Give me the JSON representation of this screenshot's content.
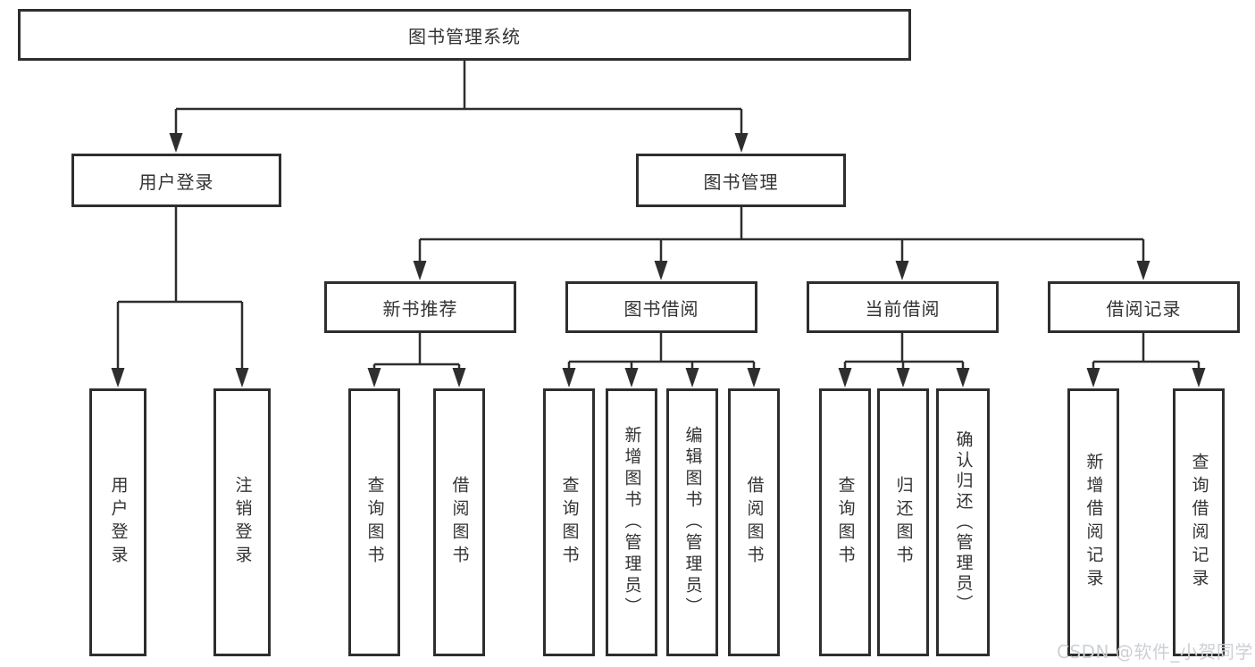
{
  "diagram_title": "图书管理系统",
  "nodes": {
    "root": "图书管理系统",
    "user_login": "用户登录",
    "book_management": "图书管理",
    "new_book_recommend": "新书推荐",
    "book_borrow": "图书借阅",
    "current_borrow": "当前借阅",
    "borrow_records": "借阅记录",
    "leaf_user_login": "用户登录",
    "leaf_logout": "注销登录",
    "leaf_query_book_1": "查询图书",
    "leaf_borrow_book_1": "借阅图书",
    "leaf_query_book_2": "查询图书",
    "leaf_add_book_admin": "新增图书（管理员）",
    "leaf_edit_book_admin": "编辑图书（管理员）",
    "leaf_borrow_book_2": "借阅图书",
    "leaf_query_book_3": "查询图书",
    "leaf_return_book": "归还图书",
    "leaf_confirm_return_admin": "确认归还（管理员）",
    "leaf_add_borrow_record": "新增借阅记录",
    "leaf_query_borrow_record": "查询借阅记录"
  },
  "watermark": "CSDN @软件_小贺同学",
  "colors": {
    "line": "#2e2e2e",
    "box_border": "#2e2e2e",
    "text": "#333333",
    "watermark": "#cdd0d5",
    "background": "#ffffff"
  },
  "edges": [
    "图书管理系统 -> 用户登录",
    "图书管理系统 -> 图书管理",
    "用户登录 -> 用户登录",
    "用户登录 -> 注销登录",
    "图书管理 -> 新书推荐",
    "图书管理 -> 图书借阅",
    "图书管理 -> 当前借阅",
    "图书管理 -> 借阅记录",
    "新书推荐 -> 查询图书",
    "新书推荐 -> 借阅图书",
    "图书借阅 -> 查询图书",
    "图书借阅 -> 新增图书（管理员）",
    "图书借阅 -> 编辑图书（管理员）",
    "图书借阅 -> 借阅图书",
    "当前借阅 -> 查询图书",
    "当前借阅 -> 归还图书",
    "当前借阅 -> 确认归还（管理员）",
    "借阅记录 -> 新增借阅记录",
    "借阅记录 -> 查询借阅记录"
  ]
}
